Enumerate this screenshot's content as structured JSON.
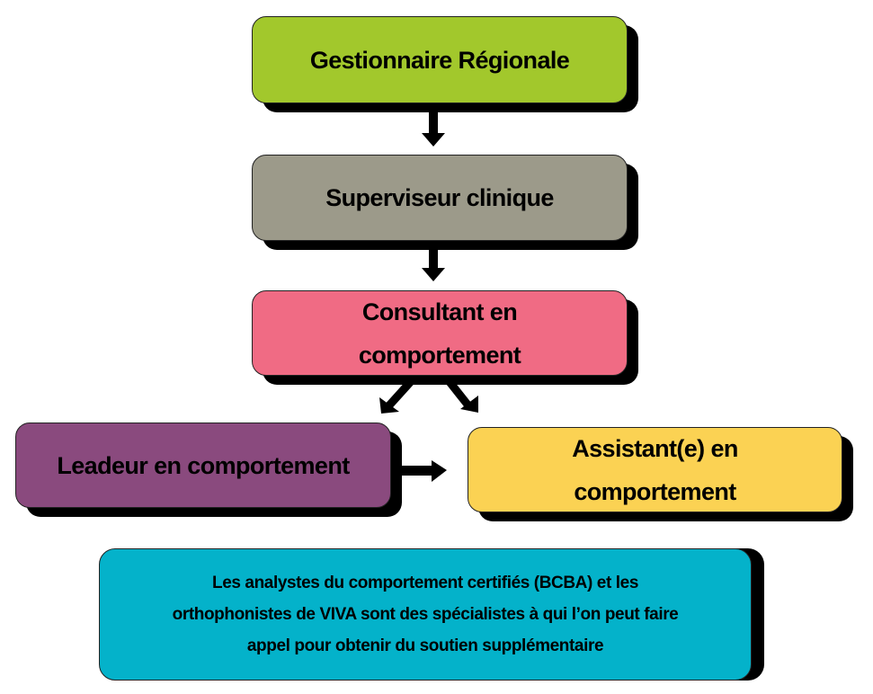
{
  "nodes": {
    "regional_manager": "Gestionnaire Régionale",
    "clinical_supervisor": "Superviseur clinique",
    "consultant_line1": "Consultant en",
    "consultant_line2": "comportement",
    "leader": "Leadeur en comportement",
    "assistant_line1": "Assistant(e) en",
    "assistant_line2": "comportement"
  },
  "note": {
    "line1": "Les analystes du comportement certifiés (BCBA) et les",
    "line2": "orthophonistes de VIVA sont des spécialistes à qui l’on peut faire",
    "line3": "appel pour obtenir du soutien supplémentaire"
  },
  "colors": {
    "regional_manager": "#a2c82c",
    "clinical_supervisor": "#9c9a8a",
    "consultant": "#f06b84",
    "leader": "#8a4a7e",
    "assistant": "#fbd253",
    "note": "#04b2ca"
  }
}
